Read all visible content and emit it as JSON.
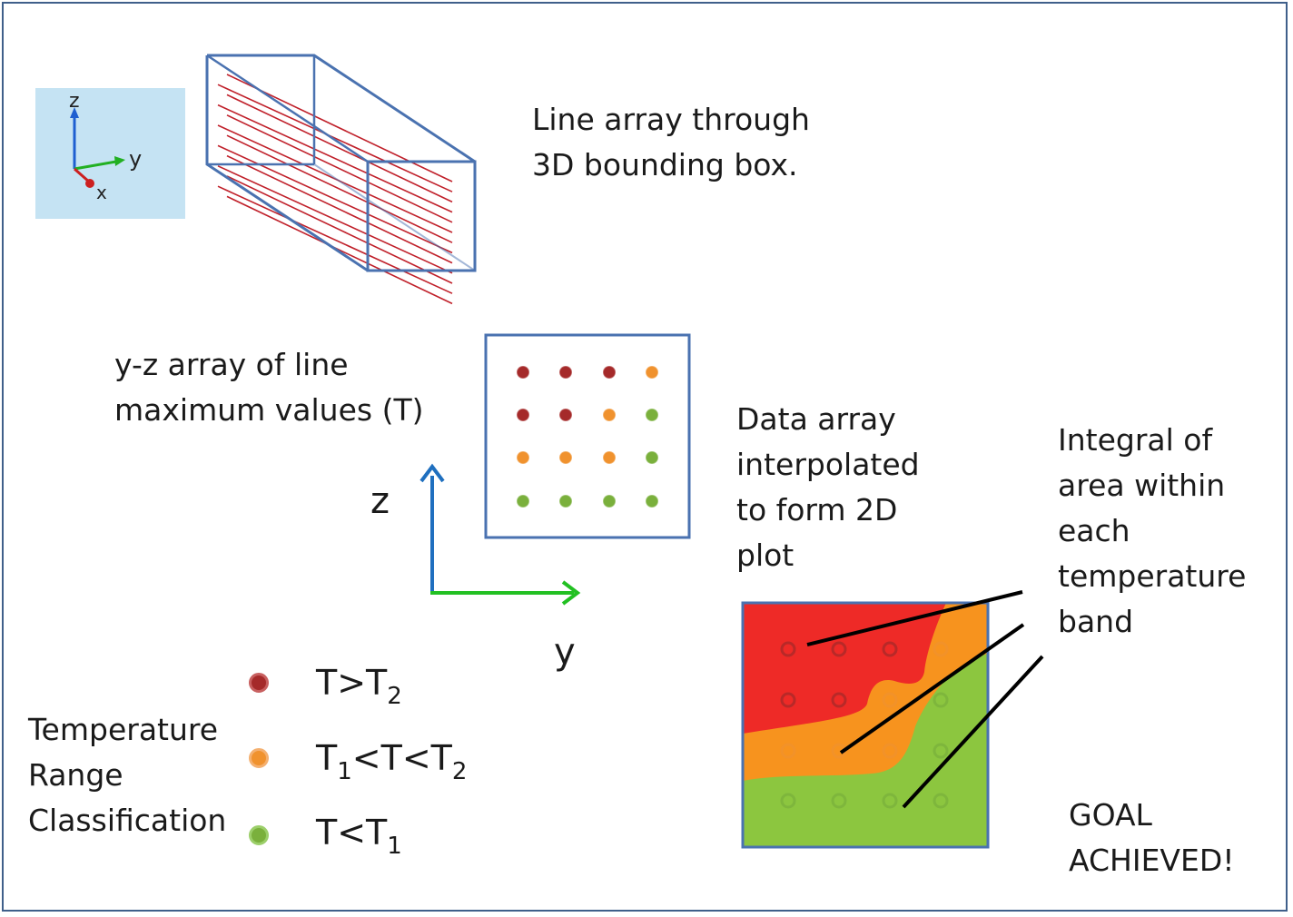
{
  "texts": {
    "line_array_title": "Line array through\n3D bounding box.",
    "yz_array_title": "y-z array of line\nmaximum values (T)",
    "data_array_title": "Data array\ninterpolated\nto form 2D\nplot",
    "integral_title": "Integral of\narea within\neach\ntemperature\nband",
    "goal": "GOAL\nACHIEVED!",
    "legend_title": "Temperature\nRange\nClassification"
  },
  "axes_icon": {
    "z": "z",
    "y": "y",
    "x": "x"
  },
  "axes_main": {
    "z": "z",
    "y": "y"
  },
  "legend": [
    {
      "base": "T>T",
      "sub1": "",
      "mid": "",
      "sub2": "2",
      "class": "hot"
    },
    {
      "base": "T",
      "sub1": "1",
      "mid": "<T<T",
      "sub2": "2",
      "class": "mid"
    },
    {
      "base": "T<T",
      "sub1": "",
      "mid": "",
      "sub2": "1",
      "class": "cool"
    }
  ],
  "grid": [
    [
      "hot",
      "hot",
      "hot",
      "mid"
    ],
    [
      "hot",
      "hot",
      "mid",
      "cool"
    ],
    [
      "mid",
      "mid",
      "mid",
      "cool"
    ],
    [
      "cool",
      "cool",
      "cool",
      "cool"
    ]
  ],
  "colors": {
    "hot": "#a52a2a",
    "mid": "#f0922e",
    "cool": "#7ab03c",
    "box_stroke": "#4a72b0",
    "line_red": "#c0202a",
    "axis_blue": "#1f6fbf",
    "axis_green": "#22c022",
    "fill_red": "#ee2a27",
    "fill_orange": "#f7931e",
    "fill_green": "#8cc63f"
  }
}
